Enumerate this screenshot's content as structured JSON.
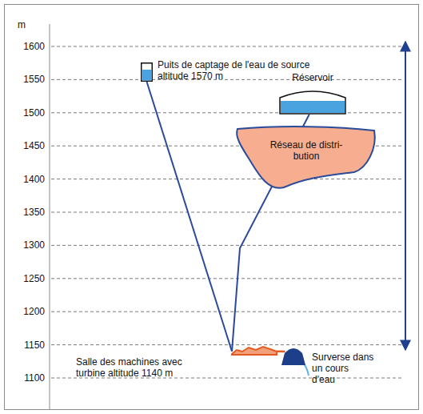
{
  "diagram": {
    "nodes": [
      {
        "text": [
          "Puits de captage de l'eau de source altitude 1570 m"
        ]
      },
      {
        "text": [
          "Réservoir"
        ]
      },
      {
        "text": [
          "Réseau de distri- bution"
        ]
      },
      {
        "text": [
          "Salle des machines avec turbine altitude 1140 m"
        ]
      },
      {
        "text": [
          "Surverse dans un cours d'eau"
        ]
      }
    ],
    "edges": [
      {
        "from": 0,
        "to": 3,
        "arrow": "none"
      },
      {
        "from": 3,
        "to": 1,
        "arrow": "none"
      },
      {
        "from": 3,
        "to": 4,
        "arrow": "none"
      }
    ],
    "labels": [
      "m",
      "1600",
      "1550",
      "1500",
      "1450",
      "1400",
      "1350",
      "1300",
      "1250",
      "1200",
      "1150",
      "1100"
    ]
  }
}
